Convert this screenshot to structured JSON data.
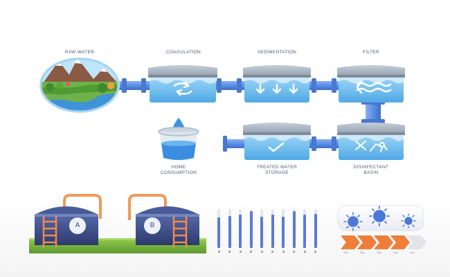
{
  "labels": {
    "raw_water": "RAW WATER",
    "coagulation": "COAGULATION",
    "sedimentation": "SEDIMENTATION",
    "filter": "FILTER",
    "home_consumption": "HOME\nCONSUMPTION",
    "treated_water_storage": "TREATED WATER\nSTORAGE",
    "disinfectant_basin": "DISINFECTANT\nBASIN"
  },
  "tanks": {
    "tank_a": "A",
    "tank_b": "B"
  },
  "level_indicators": [
    0.78,
    0.82,
    0.86,
    0.95,
    0.8,
    0.86,
    0.8,
    0.95,
    0.86,
    0.88
  ],
  "progress_steps": [
    "Step",
    "Step",
    "Step",
    "Step",
    "Step"
  ],
  "colors": {
    "pipe": "#5b8ee6",
    "tank_roof": "#9aa8b8",
    "water": "#6cc0ef",
    "storage_tank": "#3c4d8a",
    "ladder": "#f08a4b",
    "grass": "#7fb843",
    "arrow": "#f07d3a",
    "virus": "#4a78d8"
  }
}
